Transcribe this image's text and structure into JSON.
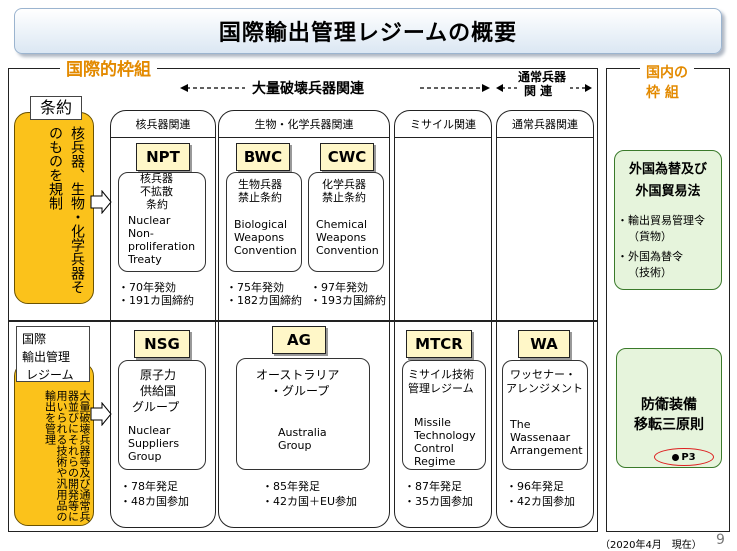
{
  "title": "国際輸出管理レジームの概要",
  "international_label": "国際的枠組",
  "domestic_label_1": "国内の",
  "domestic_label_2": "枠 組",
  "wmd_label": "大量破壊兵器関連",
  "conventional_label_1": "通常兵器",
  "conventional_label_2": "関 連",
  "columns": {
    "nuclear": "核兵器関連",
    "biochem": "生物・化学兵器関連",
    "missile": "ミサイル関連",
    "conventional": "通常兵器関連"
  },
  "treaty_box": {
    "title": "条約",
    "body": "核兵器、生物・化学兵器そのものを規制"
  },
  "regime_box": {
    "title_1": "国際",
    "title_2": "輸出管理",
    "title_3": "レジーム",
    "body": "大量破壊兵器等及び通常兵器並びにそれらの開発等に用いられる技術や汎用品の輸出を管理"
  },
  "npt": {
    "tag": "NPT",
    "jp_1": "核兵器",
    "jp_2": "不拡散",
    "jp_3": "条約",
    "en_1": "Nuclear",
    "en_2": "Non-",
    "en_3": "proliferation",
    "en_4": "Treaty",
    "fact_1": "・70年発効",
    "fact_2": "・191カ国締約"
  },
  "bwc": {
    "tag": "BWC",
    "jp_1": "生物兵器",
    "jp_2": "禁止条約",
    "en_1": "Biological",
    "en_2": "Weapons",
    "en_3": "Convention",
    "fact_1": "・75年発効",
    "fact_2": "・182カ国締約"
  },
  "cwc": {
    "tag": "CWC",
    "jp_1": "化学兵器",
    "jp_2": "禁止条約",
    "en_1": "Chemical",
    "en_2": "Weapons",
    "en_3": "Convention",
    "fact_1": "・97年発効",
    "fact_2": "・193カ国締約"
  },
  "nsg": {
    "tag": "NSG",
    "jp_1": "原子力",
    "jp_2": "供給国",
    "jp_3": "グループ",
    "en_1": "Nuclear",
    "en_2": "Suppliers",
    "en_3": "Group",
    "fact_1": "・78年発足",
    "fact_2": "・48カ国参加"
  },
  "ag": {
    "tag": "AG",
    "jp_1": "オーストラリア",
    "jp_2": "・グループ",
    "en_1": "Australia",
    "en_2": "Group",
    "fact_1": "・85年発足",
    "fact_2": "・42カ国＋EU参加"
  },
  "mtcr": {
    "tag": "MTCR",
    "jp_1": "ミサイル技術",
    "jp_2": "管理レジーム",
    "en_1": "Missile",
    "en_2": "Technology",
    "en_3": "Control",
    "en_4": "Regime",
    "fact_1": "・87年発足",
    "fact_2": "・35カ国参加"
  },
  "wa": {
    "tag": "WA",
    "jp_1": "ワッセナー・",
    "jp_2": "アレンジメント",
    "en_1": "The",
    "en_2": "Wassenaar",
    "en_3": "Arrangement",
    "fact_1": "・96年発足",
    "fact_2": "・42カ国参加"
  },
  "fx_law": {
    "title_1": "外国為替及び",
    "title_2": "外国貿易法",
    "item_1": "・輸出貿易管理令",
    "item_1b": "（貨物）",
    "item_2": "・外国為替令",
    "item_2b": "（技術）"
  },
  "defense": {
    "title_1": "防衛装備",
    "title_2": "移転三原則",
    "ref": "P3"
  },
  "date_note": "（2020年4月　現在）",
  "page_number": "9"
}
